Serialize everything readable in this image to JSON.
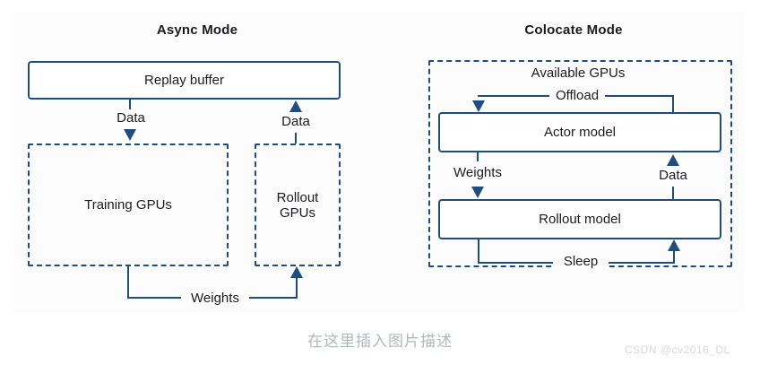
{
  "async_mode": {
    "title": "Async Mode",
    "replay_buffer_label": "Replay buffer",
    "data_to_training_label": "Data",
    "data_from_rollout_label": "Data",
    "training_gpus_label": "Training GPUs",
    "rollout_gpus_label": "Rollout GPUs",
    "weights_label": "Weights"
  },
  "colocate_mode": {
    "title": "Colocate Mode",
    "available_gpus_label": "Available GPUs",
    "offload_label": "Offload",
    "actor_model_label": "Actor model",
    "weights_label": "Weights",
    "data_label": "Data",
    "rollout_model_label": "Rollout model",
    "sleep_label": "Sleep"
  },
  "caption": "在这里插入图片描述",
  "watermark": "CSDN @cv2016_DL",
  "colors": {
    "line": "#1f4e7e",
    "text": "#1c1c1e",
    "caption": "#b2b6bf",
    "watermark": "#d8d8d8"
  }
}
